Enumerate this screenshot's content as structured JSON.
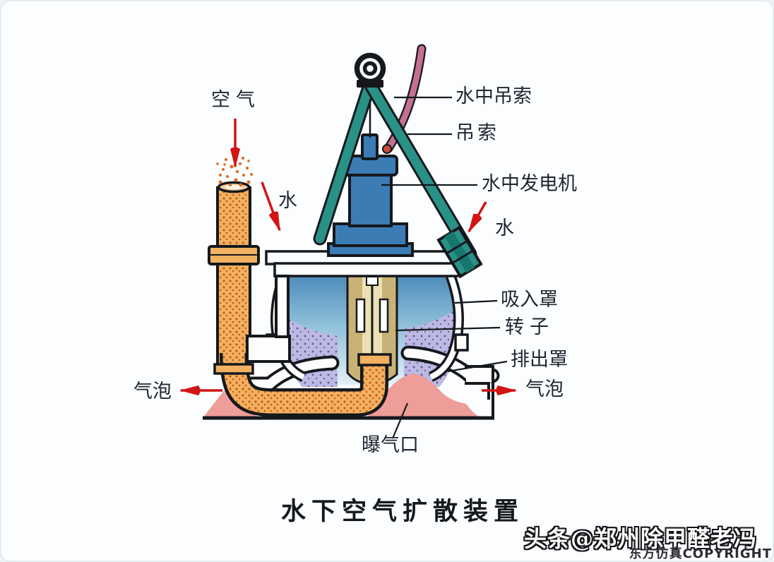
{
  "title": "水下空气扩散装置",
  "labels": {
    "air": "空气",
    "underwater_sling": "水中吊索",
    "sling": "吊索",
    "underwater_motor": "水中发电机",
    "water_left": "水",
    "water_right": "水",
    "suction_hood": "吸入罩",
    "rotor": "转子",
    "discharge_hood": "排出罩",
    "bubbles_left": "气泡",
    "bubbles_right": "气泡",
    "aeration_port": "曝气口"
  },
  "watermark": {
    "byline": "头条@郑州除甲醛老冯",
    "copyright": "东方仿真COPYRIGHT"
  },
  "colors": {
    "arrow_red": "#d21414",
    "pipe_orange": "#f2b161",
    "pipe_dot": "#c25c12",
    "motor_blue": "#3c7cb5",
    "strap_teal": "#2a9187",
    "strap_teal_dark": "#17776d",
    "cable_pink": "#c4708e",
    "cable_tip_red": "#cf4a38",
    "discharge_purple": "#beb8e4",
    "rotor_tan": "#c9b277",
    "rotor_pale": "#ecdfb3",
    "ground_pink": "#ef9d98",
    "paper_white": "#fbfdfe",
    "label_ink": "#1e2633"
  }
}
